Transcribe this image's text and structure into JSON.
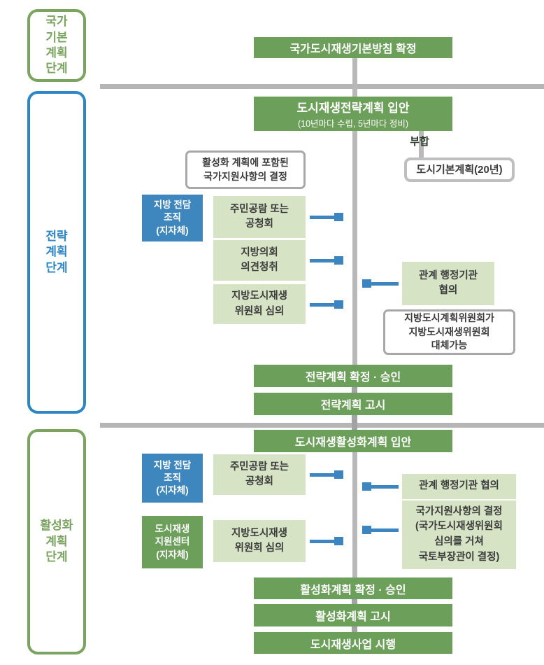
{
  "colors": {
    "process_green": "#6CA05A",
    "step_light_green": "#D6E3C4",
    "org_blue": "#3E87BE",
    "arrow_blue": "#3D85C0",
    "line_gray": "#B5B5B5",
    "stage_label_green": "#7AA45F",
    "stage_label_blue": "#2E86C4"
  },
  "stages": {
    "national_label": "국가\n기본\n계획\n단계",
    "strategy_label": "전략\n계획\n단계",
    "activation_label": "활성화\n계획\n단계"
  },
  "national": {
    "confirm_box": "국가도시재생기본방침 확정"
  },
  "strategy": {
    "initiate_title": "도시재생전략계획 입안",
    "initiate_sub": "(10년마다 수립, 5년마다 정비)",
    "conform_label": "부합",
    "city_master_plan_box": "도시기본계획(20년)",
    "support_note_box": "활성화 계획에 포함된\n국가지원사항의 결정",
    "org_box": "지방 전담\n조직\n(지자체)",
    "step_public_hearing": "주민공람 또는\n공청회",
    "step_council_opinion": "지방의회\n의견청취",
    "step_committee_review": "지방도시재생\n위원회 심의",
    "consult_box": "관계 행정기관\n협의",
    "committee_substitute_note": "지방도시계획위원회가\n지방도시재생위원회\n대체가능",
    "confirm_box": "전략계획 확정 · 승인",
    "notice_box": "전략계획 고시"
  },
  "activation": {
    "initiate_box": "도시재생활성화계획 입안",
    "org_box_local": "지방 전담\n조직\n(지자체)",
    "org_box_support_center": "도시재생\n지원센터\n(지자체)",
    "step_public_hearing": "주민공람 또는\n공청회",
    "step_committee_review": "지방도시재생\n위원회 심의",
    "consult_box": "관계 행정기관 협의",
    "support_decision_box": "국가지원사항의 결정\n(국가도시재생위원회\n심의를 거쳐\n국토부장관이 결정)",
    "confirm_box": "활성화계획 확정 · 승인",
    "notice_box": "활성화계획 고시",
    "implement_box": "도시재생사업 시행"
  }
}
